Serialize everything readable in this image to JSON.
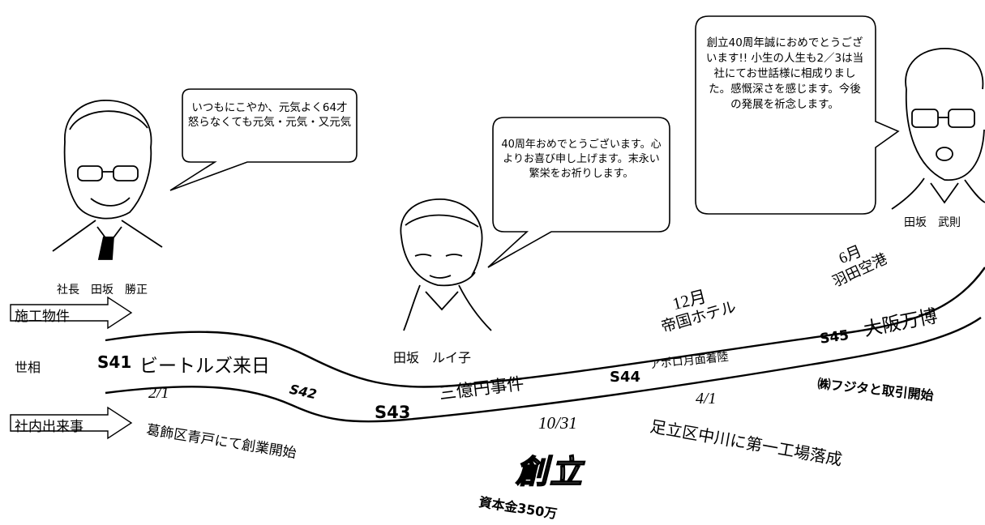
{
  "bubbles": {
    "president": "いつもにこやか、元気よく64才 怒らなくても元気・元気・又元気",
    "louise": "40周年おめでとうございます。心よりお喜び申し上げます。末永い繁栄をお祈りします。",
    "takenori": "創立40周年誠におめでとうございます!! 小生の人生も2／3は当社にてお世話様に相成りました。感慨深さを感じます。今後の発展を祈念します。"
  },
  "people": {
    "president": "社長　田坂　勝正",
    "louise": "田坂　ルイ子",
    "takenori": "田坂　武則"
  },
  "row_labels": {
    "projects": "施工物件",
    "world": "世相",
    "company": "社内出来事"
  },
  "timeline": {
    "s41": "S41",
    "s41_event": "ビートルズ来日",
    "s42": "S42",
    "s42_date": "2/1",
    "s42_event": "葛飾区青戸にて創業開始",
    "s43": "S43",
    "s43_event": "三億円事件",
    "s43_date": "10/31",
    "founding": "創立",
    "capital": "資本金350万",
    "s44": "S44",
    "s44_event": "アポロ月面着陸",
    "s44_date": "4/1",
    "s44_company": "足立区中川に第一工場落成",
    "hotel_month": "12月",
    "hotel": "帝国ホテル",
    "airport_month": "6月",
    "airport": "羽田空港",
    "s45": "S45",
    "s45_event": "大阪万博",
    "fujita": "㈱フジタと取引開始"
  }
}
